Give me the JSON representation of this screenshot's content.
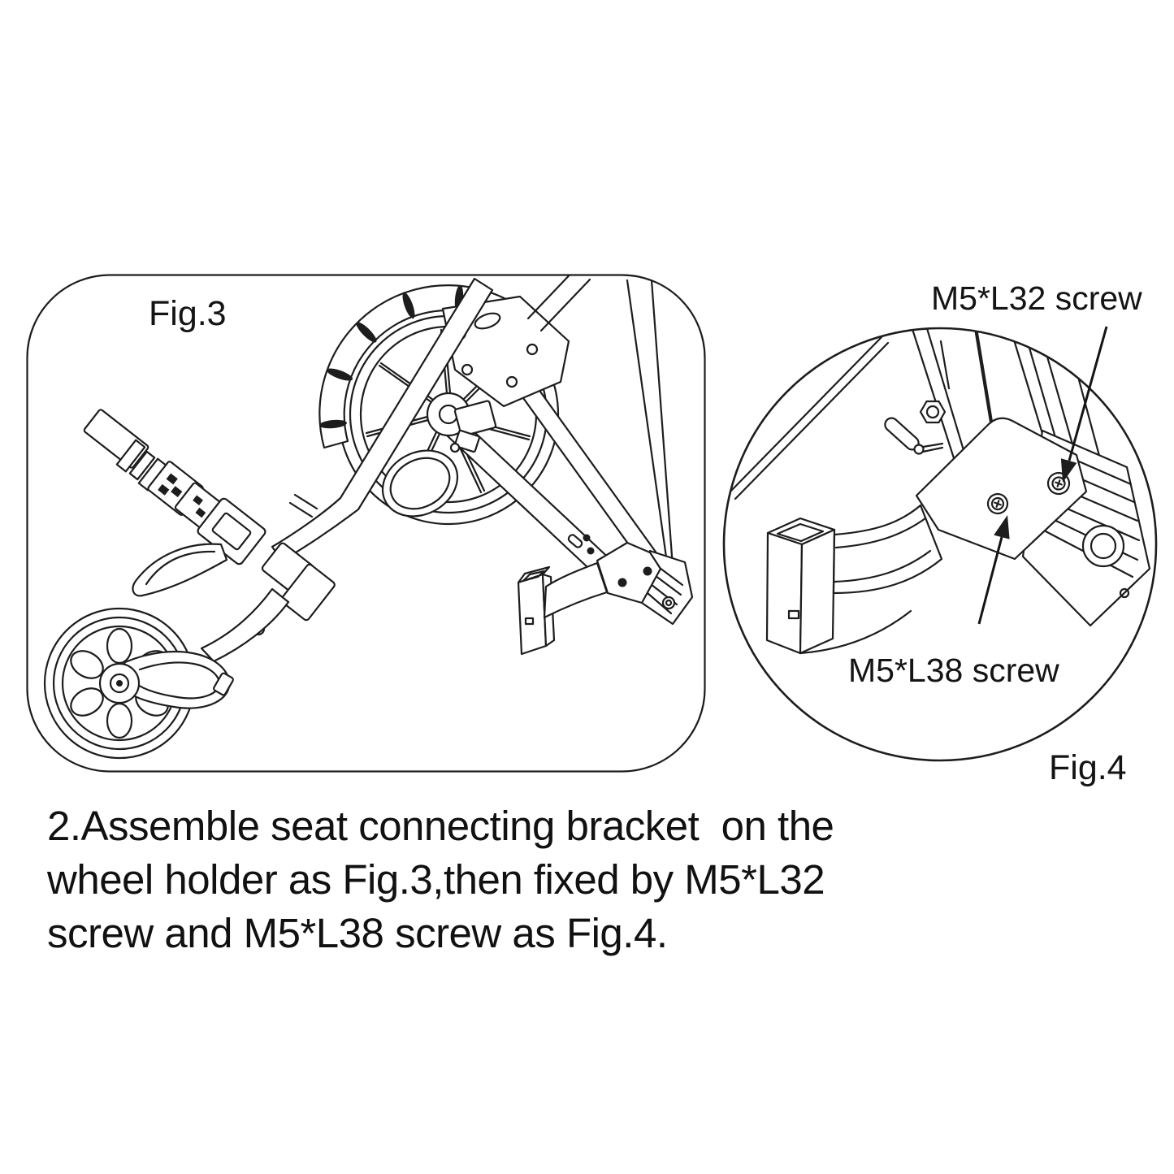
{
  "page": {
    "background": "#ffffff",
    "ink_color": "#1d1d1d"
  },
  "figure3": {
    "label": "Fig.3",
    "content": "line drawing of cart frame: large rear wheel with fender, folding handle with clamps and brake lever, small front wheel with swingarm, seat connecting bracket on wheel holder at lower right"
  },
  "figure4": {
    "label": "Fig.4",
    "callout_top": "M5*L32 screw",
    "callout_bottom": "M5*L38 screw",
    "content": "magnified circle: seat connecting bracket fixed on wheel holder with two screws, frame tubes above, square post at left"
  },
  "instruction": {
    "lines": [
      "2.Assemble seat connecting bracket  on the",
      "wheel holder as Fig.3,then fixed by M5*L32",
      "screw and M5*L38 screw as Fig.4."
    ]
  }
}
